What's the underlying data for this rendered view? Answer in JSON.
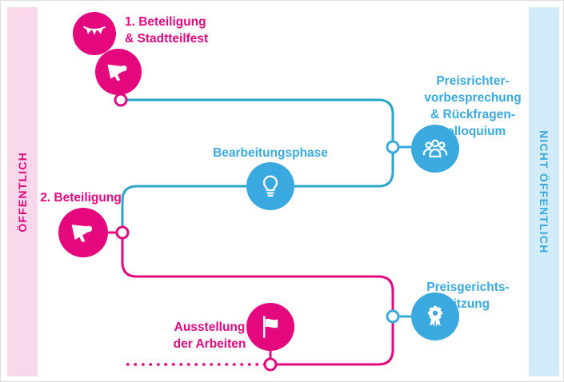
{
  "bands": {
    "left": {
      "label": "ÖFFENTLICH"
    },
    "right": {
      "label": "NICHT ÖFFENTLICH"
    }
  },
  "steps": {
    "beteiligung1": {
      "lines": [
        "1. Beteiligung",
        "& Stadtteilfest"
      ],
      "type": "public",
      "icons": [
        "bunting-icon",
        "megaphone-icon"
      ]
    },
    "preisrichter": {
      "lines": [
        "Preisrichter-",
        "vorbesprechung",
        "& Rückfragen-",
        "kolloquium"
      ],
      "type": "non-public",
      "icons": [
        "jury-icon"
      ]
    },
    "bearbeitung": {
      "lines": [
        "Bearbeitungsphase"
      ],
      "type": "non-public",
      "icons": [
        "lightbulb-icon"
      ]
    },
    "beteiligung2": {
      "lines": [
        "2. Beteiligung"
      ],
      "type": "public",
      "icons": [
        "megaphone-icon"
      ]
    },
    "preisgericht": {
      "lines": [
        "Preisgerichts-",
        "sitzung"
      ],
      "type": "non-public",
      "icons": [
        "award-icon"
      ]
    },
    "ausstellung": {
      "lines": [
        "Ausstellung",
        "der Arbeiten"
      ],
      "type": "public",
      "icons": [
        "flag-icon"
      ]
    }
  },
  "colors": {
    "pink": "#e5077e",
    "blue": "#3aa9e0",
    "teal": "#2ba6c9",
    "band_pink_bg": "#f8d8ea",
    "band_blue_bg": "#d2ecf9"
  }
}
